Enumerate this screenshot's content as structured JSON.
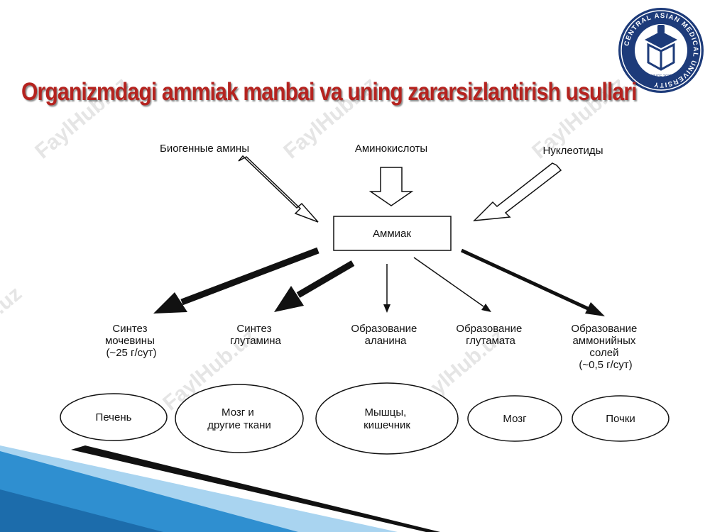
{
  "slide": {
    "title": "Organizmdagi ammiak manbai va uning zararsizlantirish usullari"
  },
  "watermark": {
    "text": "FaylHub.uz"
  },
  "logo": {
    "ring_text": "CENTRAL ASIAN MEDICAL UNIVERSITY",
    "since": "SINCE 2022"
  },
  "diagram": {
    "sources": [
      {
        "id": "biogenic",
        "label": "Биогенные амины"
      },
      {
        "id": "amino",
        "label": "Аминокислоты"
      },
      {
        "id": "nucleo",
        "label": "Нуклеотиды"
      }
    ],
    "center": {
      "label": "Аммиак"
    },
    "pathways": [
      {
        "id": "urea",
        "lines": [
          "Синтез",
          "мочевины",
          "(~25 г/сут)"
        ]
      },
      {
        "id": "glutamine",
        "lines": [
          "Синтез",
          "глутамина"
        ]
      },
      {
        "id": "alanine",
        "lines": [
          "Образование",
          "аланина"
        ]
      },
      {
        "id": "glutamate",
        "lines": [
          "Образование",
          "глутамата"
        ]
      },
      {
        "id": "ammonium",
        "lines": [
          "Образование",
          "аммонийных",
          "солей",
          "(~0,5 г/сут)"
        ]
      }
    ],
    "organs": [
      {
        "id": "liver",
        "lines": [
          "Печень"
        ]
      },
      {
        "id": "brain-tissues",
        "lines": [
          "Мозг и",
          "другие ткани"
        ]
      },
      {
        "id": "muscle-gut",
        "lines": [
          "Мышцы,",
          "кишечник"
        ]
      },
      {
        "id": "brain",
        "lines": [
          "Мозг"
        ]
      },
      {
        "id": "kidneys",
        "lines": [
          "Почки"
        ]
      }
    ]
  },
  "colors": {
    "title": "#b5231f",
    "logo_blue": "#1d3b7a",
    "stripe_blue": "#2f8fd0",
    "stripe_light": "#a9d4f0"
  }
}
